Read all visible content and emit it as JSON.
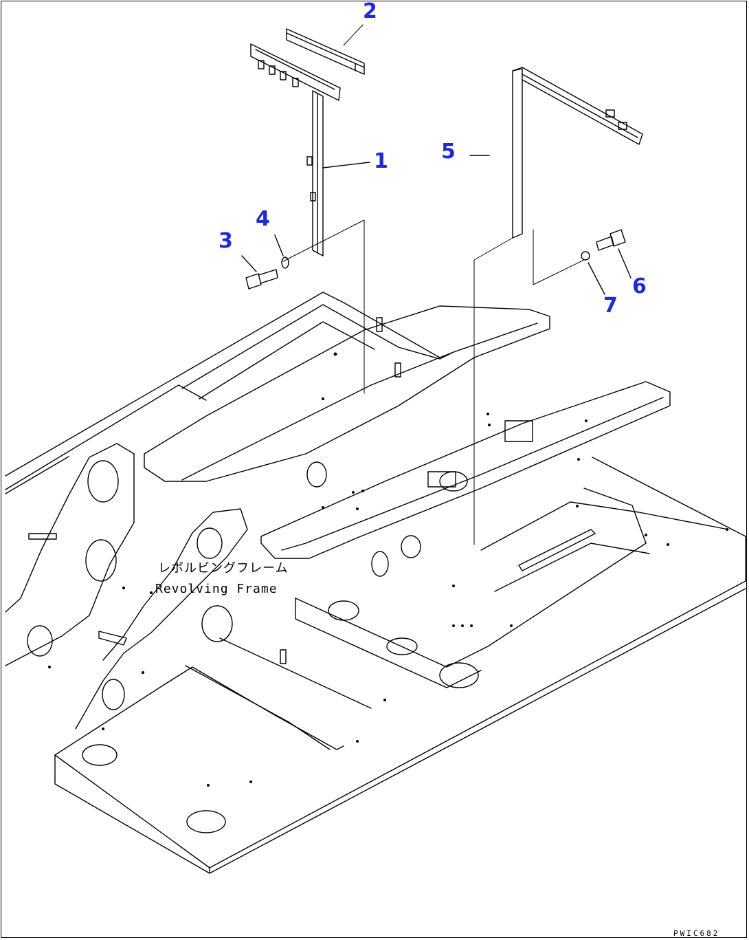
{
  "diagram": {
    "callouts": [
      {
        "id": "1",
        "label": "1"
      },
      {
        "id": "2",
        "label": "2"
      },
      {
        "id": "3",
        "label": "3"
      },
      {
        "id": "4",
        "label": "4"
      },
      {
        "id": "5",
        "label": "5"
      },
      {
        "id": "6",
        "label": "6"
      },
      {
        "id": "7",
        "label": "7"
      }
    ],
    "frame_label_jp": "レボルビングフレーム",
    "frame_label_en": "Revolving Frame",
    "drawing_code": "PWIC682"
  },
  "colors": {
    "callout": "#1f2ad6",
    "line": "#000000",
    "background": "#ffffff"
  }
}
